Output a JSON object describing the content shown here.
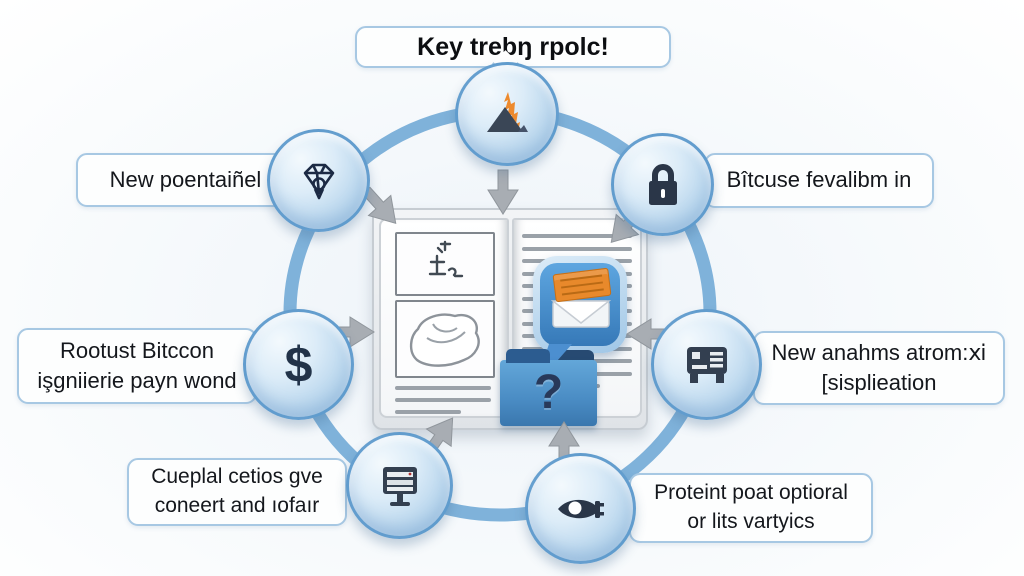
{
  "labels": {
    "top": {
      "text": "Key trebŋ rpolc!"
    },
    "upper_left": {
      "line1": "New poentaiñel"
    },
    "upper_right": {
      "line1": "Bîtcuse fevalibm in"
    },
    "left": {
      "line1": "Rootust Bitccon",
      "line2": "işgniierie payn wond"
    },
    "right": {
      "line1": "New anahms atrom:ⅺ",
      "line2": "[sisplieation"
    },
    "bottom_left": {
      "line1": "Cueplal cetios gve",
      "line2": "coneert and ıofaır"
    },
    "bottom_right": {
      "line1": "Proteint poat optioral",
      "line2": "or lits vartyics"
    }
  },
  "nodes": {
    "dollar_symbol": "$"
  },
  "center": {
    "question_mark": "?"
  },
  "icons": {
    "top": "mountain-flame-icon",
    "upper_left": "diamond-icon",
    "upper_right": "lock-icon",
    "left": "dollar-icon",
    "right": "machine-icon",
    "bottom_left": "monitor-icon",
    "bottom_right": "eye-key-icon",
    "center": [
      "open-book-icon",
      "envelope-message-icon",
      "question-folder-icon"
    ]
  },
  "colors": {
    "ring": "#7fb2da",
    "node_fill": "#bcd8ee",
    "node_border": "#5896ca",
    "callout_border": "#a7c8e3",
    "arrow_gray": "#a8adb3",
    "accent_orange": "#e8892b",
    "bubble_blue": "#3679b8",
    "folder_blue": "#4a8cc4",
    "icon_dark": "#2e3a4e",
    "text": "#14171c"
  }
}
